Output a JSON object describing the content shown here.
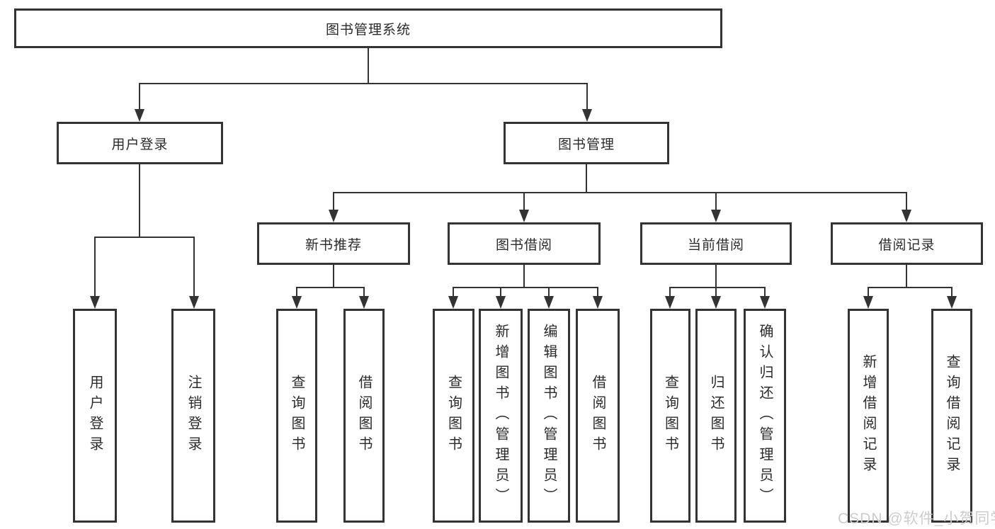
{
  "diagram_title": "图书管理系统",
  "tree": {
    "label": "图书管理系统",
    "children": [
      {
        "label": "用户登录",
        "children": [
          {
            "label": "用户登录"
          },
          {
            "label": "注销登录"
          }
        ]
      },
      {
        "label": "图书管理",
        "children": [
          {
            "label": "新书推荐",
            "children": [
              {
                "label": "查询图书"
              },
              {
                "label": "借阅图书"
              }
            ]
          },
          {
            "label": "图书借阅",
            "children": [
              {
                "label": "查询图书"
              },
              {
                "label": "新增图书（管理员）"
              },
              {
                "label": "编辑图书（管理员）"
              },
              {
                "label": "借阅图书"
              }
            ]
          },
          {
            "label": "当前借阅",
            "children": [
              {
                "label": "查询图书"
              },
              {
                "label": "归还图书"
              },
              {
                "label": "确认归还（管理员）"
              }
            ]
          },
          {
            "label": "借阅记录",
            "children": [
              {
                "label": "新增借阅记录"
              },
              {
                "label": "查询借阅记录"
              }
            ]
          }
        ]
      }
    ]
  },
  "watermark": {
    "text": "CSDN @软件_小贺同学"
  },
  "colors": {
    "line": "#333333",
    "box_border": "#333333",
    "box_background": "#ffffff",
    "text": "#2b2b2b",
    "watermark": "#cccccc"
  }
}
